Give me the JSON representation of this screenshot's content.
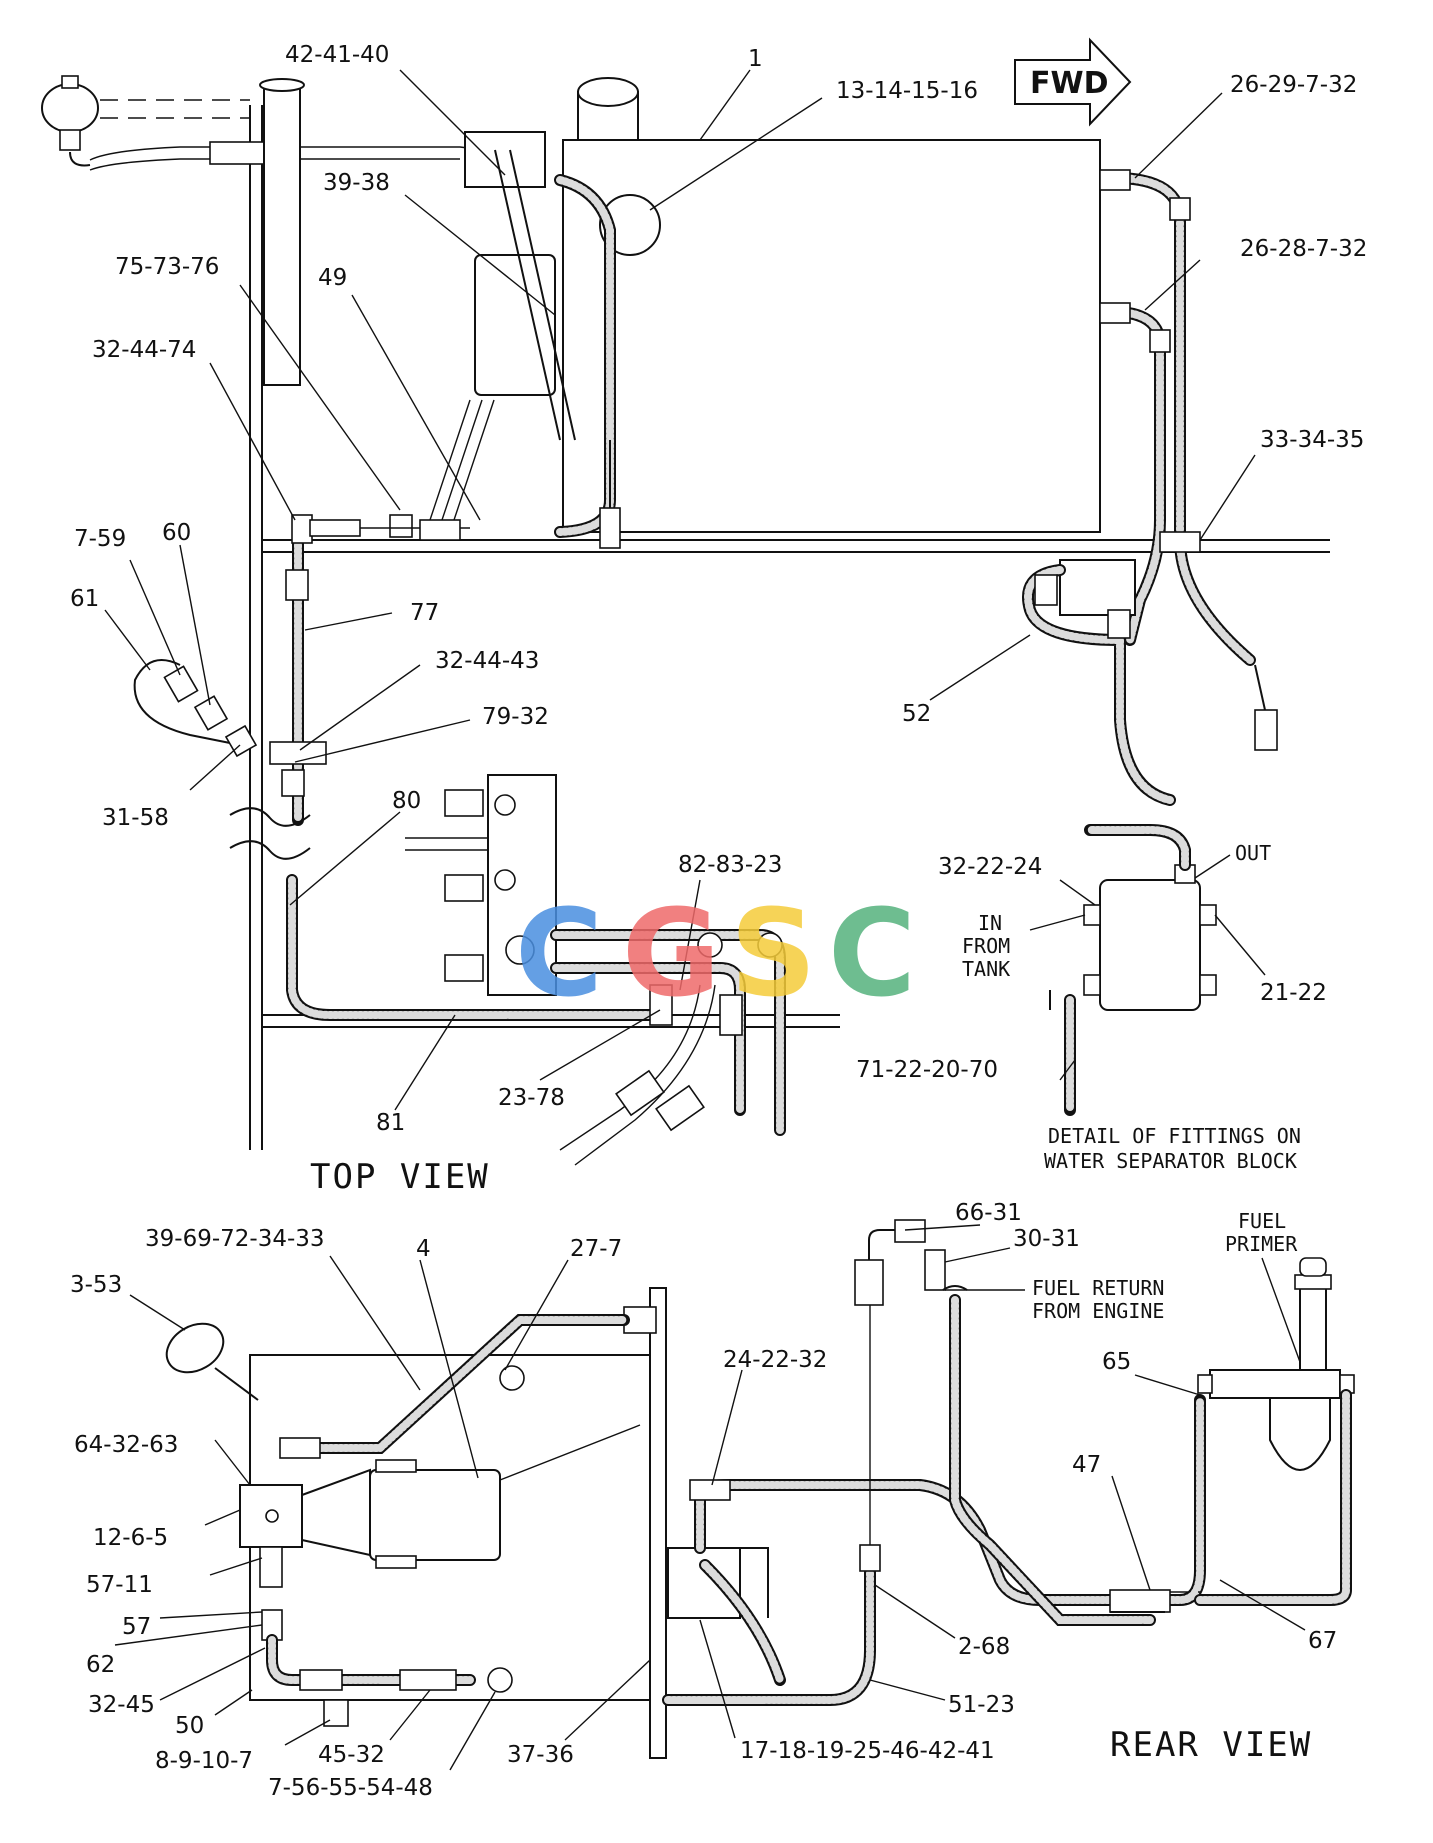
{
  "fwd_label": "FWD",
  "top_view_title": "TOP VIEW",
  "rear_view_title": "REAR VIEW",
  "detail_caption_line1": "DETAIL OF FITTINGS ON",
  "detail_caption_line2": "WATER SEPARATOR BLOCK",
  "notes": {
    "out": "OUT",
    "in_from_tank": [
      "IN",
      "FROM",
      "TANK"
    ],
    "fuel_return": [
      "FUEL RETURN",
      "FROM ENGINE"
    ],
    "fuel_primer": [
      "FUEL",
      "PRIMER"
    ]
  },
  "top_callouts": {
    "c42_41_40": "42-41-40",
    "c1": "1",
    "c13_16": "13-14-15-16",
    "c26_29": "26-29-7-32",
    "c39_38": "39-38",
    "c75_73_76": "75-73-76",
    "c49": "49",
    "c26_28": "26-28-7-32",
    "c32_44_74": "32-44-74",
    "c33_34_35": "33-34-35",
    "c7_59": "7-59",
    "c60": "60",
    "c61": "61",
    "c77": "77",
    "c32_44_43": "32-44-43",
    "c79_32": "79-32",
    "c52": "52",
    "c31_58": "31-58",
    "c80": "80",
    "c82_83_23": "82-83-23",
    "c32_22_24": "32-22-24",
    "c21_22": "21-22",
    "c81": "81",
    "c23_78": "23-78",
    "c71_22_20_70": "71-22-20-70"
  },
  "rear_callouts": {
    "c66_31": "66-31",
    "c30_31": "30-31",
    "c39_69": "39-69-72-34-33",
    "c4": "4",
    "c27_7": "27-7",
    "c3_53": "3-53",
    "c24_22_32": "24-22-32",
    "c65": "65",
    "c64_32_63": "64-32-63",
    "c12_6_5": "12-6-5",
    "c47": "47",
    "c57_11": "57-11",
    "c57": "57",
    "c62": "62",
    "c2_68": "2-68",
    "c67": "67",
    "c32_45": "32-45",
    "c50": "50",
    "c51_23": "51-23",
    "c8_9_10_7": "8-9-10-7",
    "c45_32": "45-32",
    "c37_36": "37-36",
    "c17_18": "17-18-19-25-46-42-41",
    "c7_56": "7-56-55-54-48"
  },
  "watermark": {
    "letters": [
      "C",
      "G",
      "S",
      "C"
    ],
    "colors": [
      "#4a8fe0",
      "#ef6a6a",
      "#f5cc3a",
      "#55b27d"
    ]
  }
}
